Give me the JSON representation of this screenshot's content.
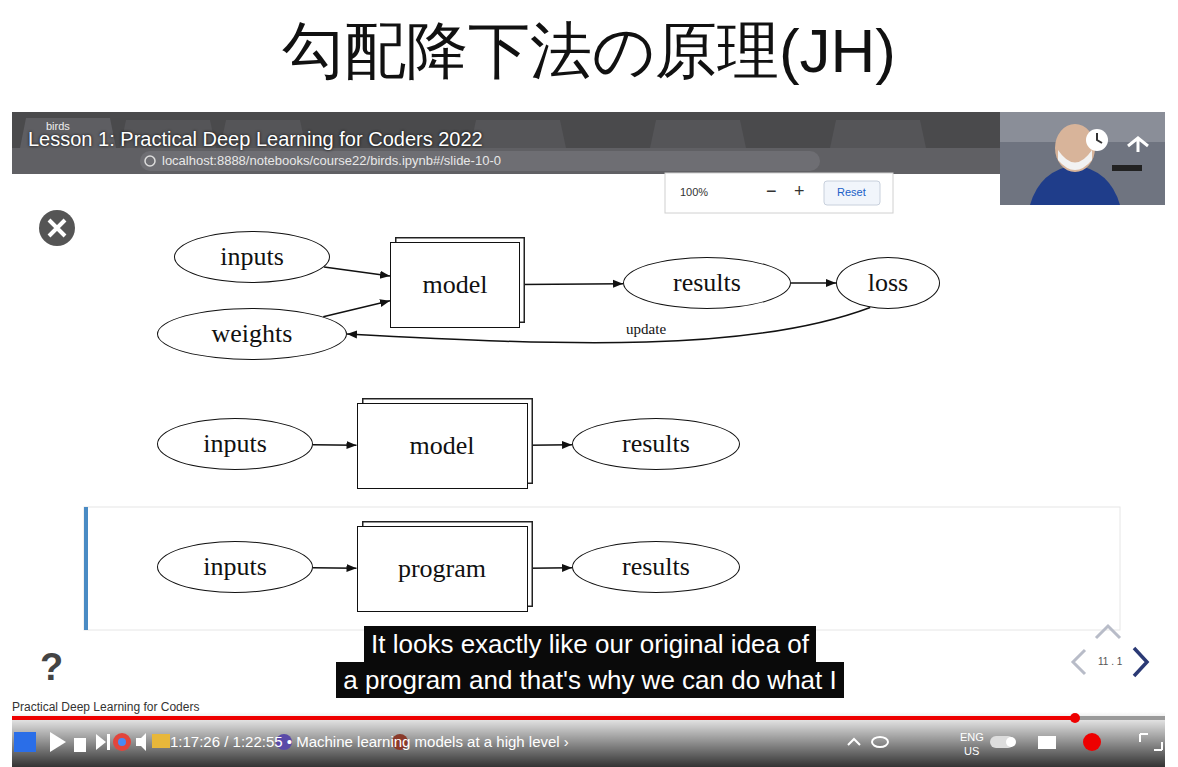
{
  "diagram": {
    "title": "勾配降下法の原理(JH)",
    "nodes": [
      {
        "text": [
          "inputs"
        ]
      },
      {
        "text": [
          "model"
        ]
      },
      {
        "text": [
          "results"
        ]
      },
      {
        "text": [
          "loss"
        ]
      },
      {
        "text": [
          "weights"
        ]
      },
      {
        "text": [
          "inputs"
        ]
      },
      {
        "text": [
          "model"
        ]
      },
      {
        "text": [
          "results"
        ]
      },
      {
        "text": [
          "inputs"
        ]
      },
      {
        "text": [
          "program"
        ]
      },
      {
        "text": [
          "results"
        ]
      }
    ],
    "edges": [
      {
        "from": 0,
        "to": 1,
        "arrow": "to"
      },
      {
        "from": 4,
        "to": 1,
        "arrow": "to"
      },
      {
        "from": 1,
        "to": 2,
        "arrow": "to"
      },
      {
        "from": 2,
        "to": 3,
        "arrow": "to"
      },
      {
        "from": 3,
        "to": 4,
        "label": "update",
        "arrow": "to"
      },
      {
        "from": 5,
        "to": 6,
        "arrow": "to"
      },
      {
        "from": 6,
        "to": 7,
        "arrow": "to"
      },
      {
        "from": 8,
        "to": 9,
        "arrow": "to"
      },
      {
        "from": 9,
        "to": 10,
        "arrow": "to"
      }
    ],
    "labels": [
      "Lesson 1: Practical Deep Learning for Coders 2022",
      "birds",
      "localhost:8888/notebooks/course22/birds.ipynb#/slide-10-0",
      "100%",
      "−",
      "+",
      "Reset",
      "It looks exactly like our original idea of",
      "a program and that's why we can do what I",
      "?",
      "11 . 1",
      "Practical Deep Learning for Coders",
      "1:17:26 / 1:22:55 • Machine learning models at a high level ›",
      "ENG",
      "US"
    ]
  }
}
